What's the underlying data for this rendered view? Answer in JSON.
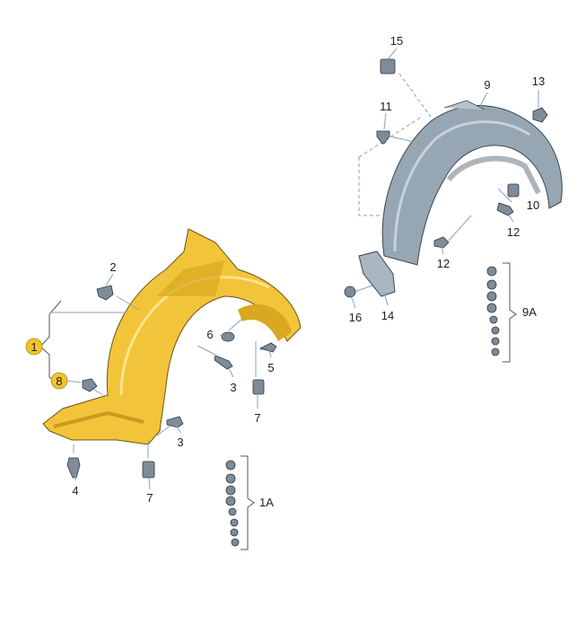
{
  "diagram": {
    "colors": {
      "front_liner": "#f2c43a",
      "rear_liner": "#97a6b3",
      "callout_badge": "#f0c330"
    },
    "callouts": {
      "c15": "15",
      "c9": "9",
      "c13": "13",
      "c11": "11",
      "c10": "10",
      "c12a": "12",
      "c12b": "12",
      "c16": "16",
      "c14": "14",
      "c9a": "9A",
      "c2": "2",
      "c1": "1",
      "c8": "8",
      "c6": "6",
      "c5": "5",
      "c3a": "3",
      "c7a": "7",
      "c3b": "3",
      "c4": "4",
      "c7b": "7",
      "c1a": "1A"
    }
  }
}
